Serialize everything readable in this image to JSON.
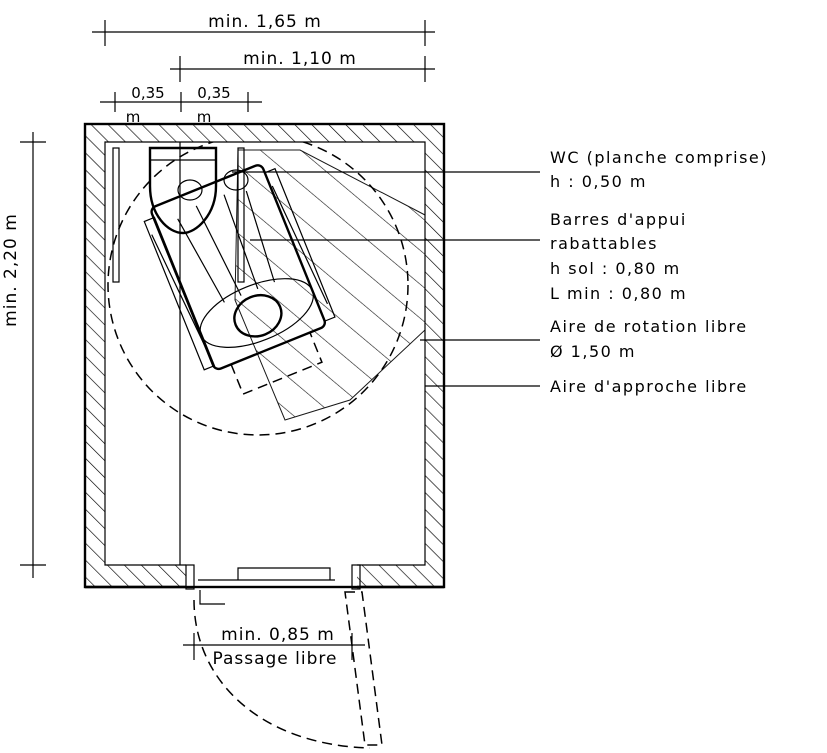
{
  "dimensions": {
    "width_total": "min. 1,65 m",
    "width_clear": "min. 1,10 m",
    "offset_left": "0,35",
    "offset_left_unit": "m",
    "offset_right": "0,35",
    "offset_right_unit": "m",
    "depth": "min. 2,20 m",
    "door_width": "min. 0,85 m",
    "door_caption": "Passage libre"
  },
  "annotations": [
    {
      "lines": [
        "WC (planche comprise)",
        "h : 0,50 m"
      ]
    },
    {
      "lines": [
        "Barres d'appui",
        "rabattables",
        "h sol : 0,80 m",
        "L min : 0,80 m"
      ]
    },
    {
      "lines": [
        "Aire de rotation libre",
        "Ø 1,50 m"
      ]
    },
    {
      "lines": [
        "Aire d'approche libre"
      ]
    }
  ],
  "colors": {
    "ink": "#000000",
    "background": "#ffffff"
  }
}
